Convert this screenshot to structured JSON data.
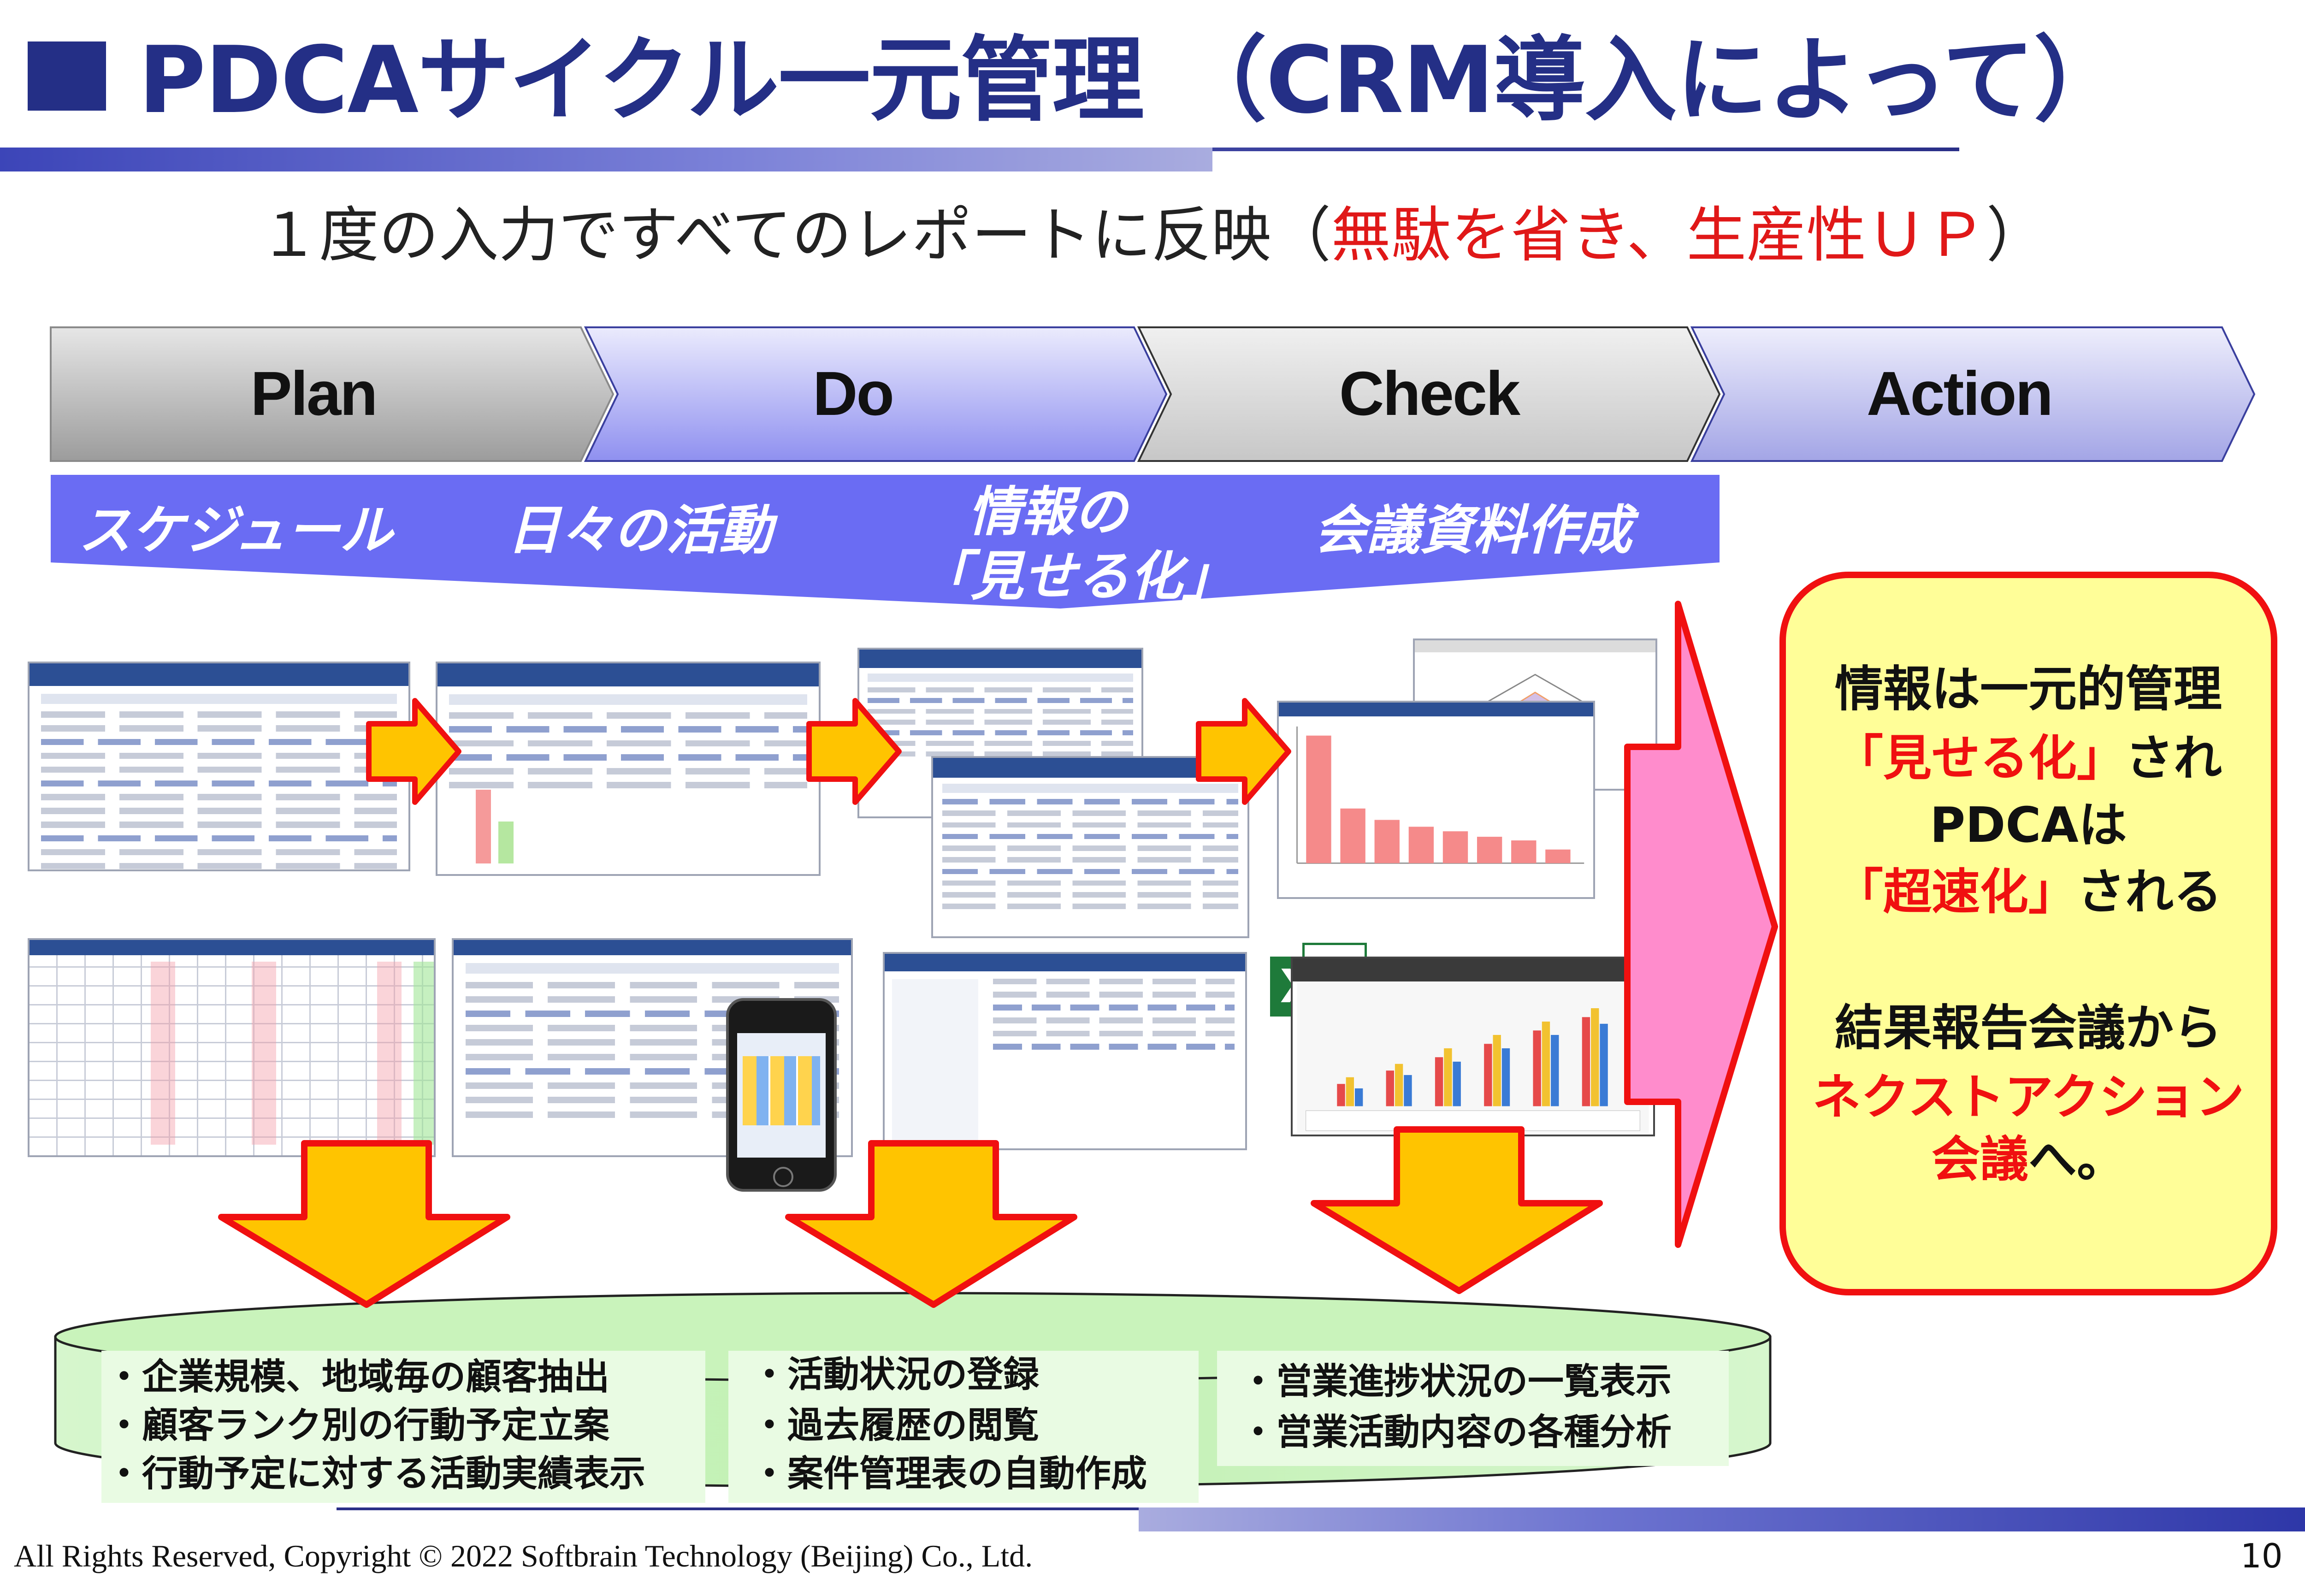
{
  "title": "PDCAサイクル一元管理 （CRM導入によって）",
  "subtitle": {
    "prefix": "１度の入力ですべてのレポートに反映（",
    "highlight": "無駄を省き、生産性ＵＰ",
    "suffix": "）"
  },
  "phases": [
    "Plan",
    "Do",
    "Check",
    "Action"
  ],
  "banner_items": [
    "スケジュール",
    "日々の活動",
    "情報の",
    "「見せる化」",
    "会議資料作成"
  ],
  "result_panel": {
    "line1": "情報は一元的管理",
    "line2_red": "「見せる化」",
    "line2_black": "され",
    "line3": "PDCAは",
    "line4_red": "「超速化」",
    "line4_black": "される",
    "line5": "結果報告会議から",
    "line6_red": "ネクストアクション",
    "line7_red": "会議",
    "line7_black": "へ。"
  },
  "bottom_lists": {
    "left": [
      "・企業規模、地域毎の顧客抽出",
      "・顧客ランク別の行動予定立案",
      "・行動予定に対する活動実績表示"
    ],
    "middle": [
      "・活動状況の登録",
      "・過去履歴の閲覧",
      "・案件管理表の自動作成"
    ],
    "right": [
      "・営業進捗状況の一覧表示",
      "・営業活動内容の各種分析"
    ]
  },
  "colors": {
    "title_blue": "#242f86",
    "banner_blue": "#6a6cf3",
    "arrow_yellow": "#ffc400",
    "arrow_red_outline": "#f01010",
    "highlight_red": "#e01818",
    "result_fill": "#fffe98",
    "big_arrow_pink": "#ff8ccc",
    "list_green": "#e9fbe3"
  },
  "footer": {
    "copyright": "All Rights Reserved, Copyright © 2022     Softbrain Technology (Beijing) Co., Ltd.",
    "page_number": "10"
  }
}
